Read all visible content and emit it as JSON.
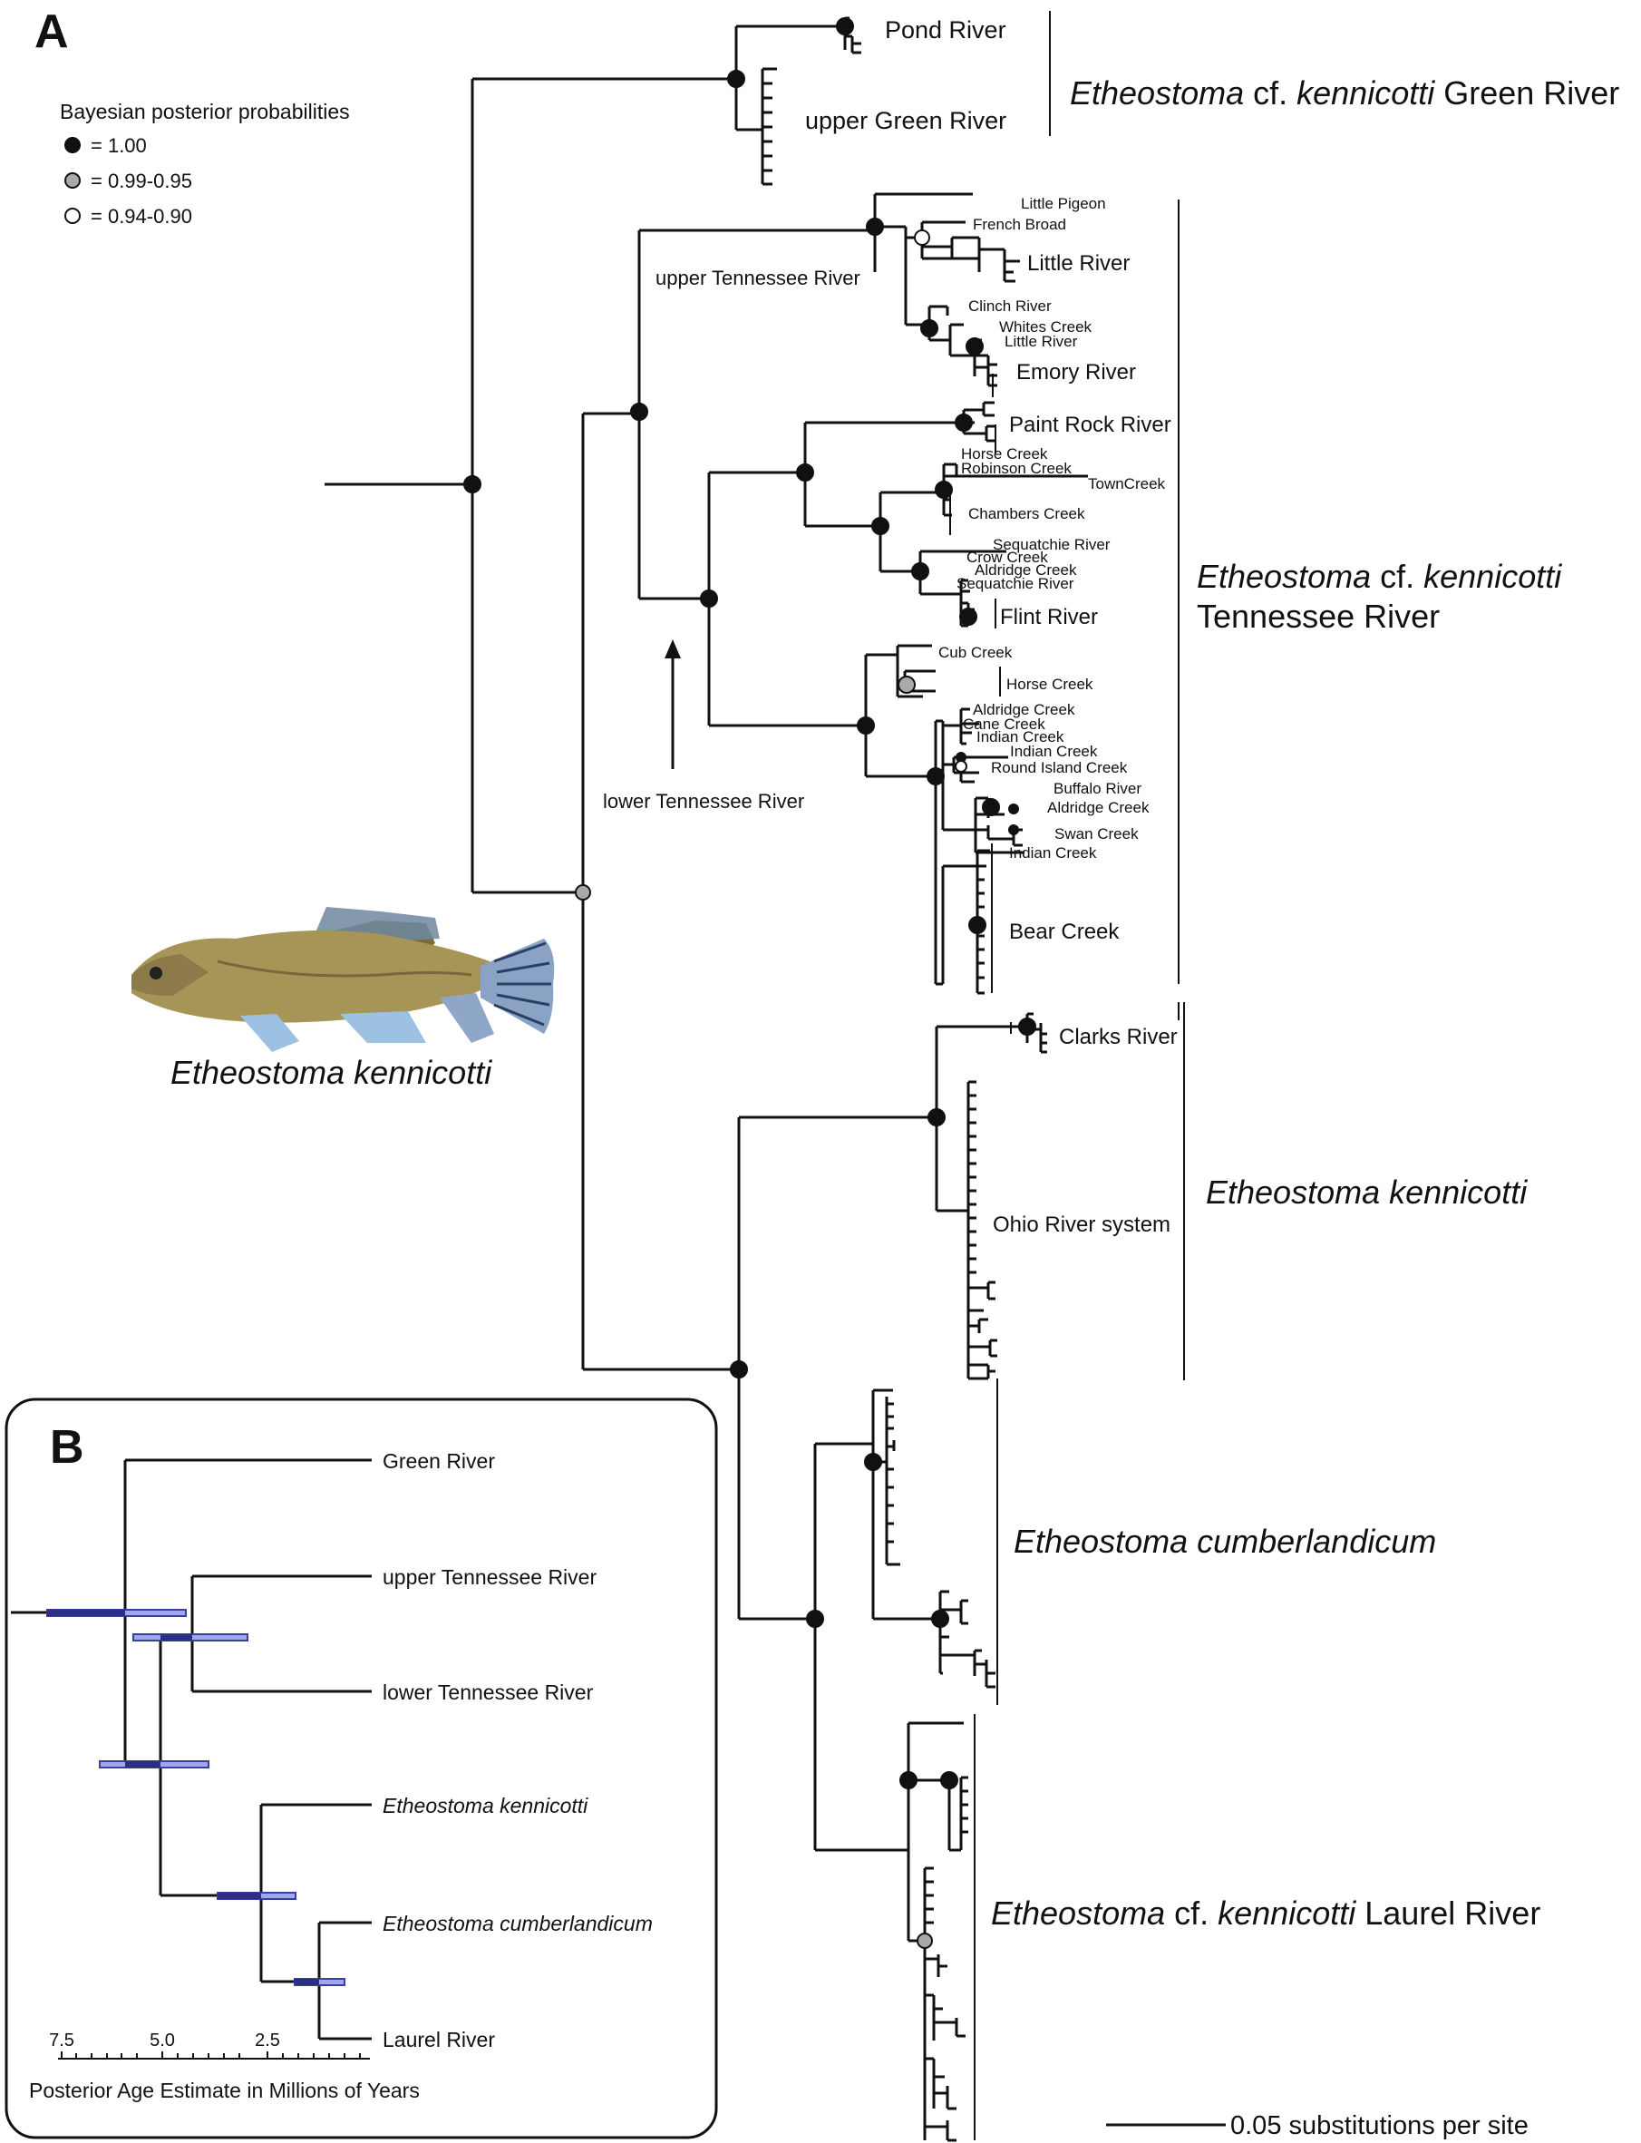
{
  "panel_a": {
    "letter": "A",
    "legend": {
      "title": "Bayesian posterior probabilities",
      "items": [
        {
          "fill": "#111111",
          "label": "= 1.00"
        },
        {
          "fill": "#a9a9a9",
          "label": "= 0.99-0.95"
        },
        {
          "fill": "#ffffff",
          "label": "= 0.94-0.90"
        }
      ]
    },
    "fish_caption": "Etheostoma kennicotti",
    "scale_bar": "0.05 substitutions per site",
    "subclade_labels": {
      "pond": "Pond River",
      "upper_green": "upper Green River",
      "upper_tn": "upper Tennessee River",
      "lower_tn": "lower Tennessee River",
      "little_pigeon": "Little Pigeon",
      "french_broad": "French Broad",
      "little_river": "Little River",
      "clinch": "Clinch River",
      "whites": "Whites Creek",
      "little_river_small": "Little River",
      "emory": "Emory River",
      "paint_rock": "Paint Rock River",
      "horse1": "Horse Creek",
      "robinson": "Robinson Creek",
      "town": "TownCreek",
      "chambers": "Chambers Creek",
      "sequatchie1": "Sequatchie River",
      "crow": "Crow Creek",
      "aldridge1": "Aldridge Creek",
      "sequatchie2": "Sequatchie River",
      "flint": "Flint River",
      "cub": "Cub Creek",
      "horse2": "Horse Creek",
      "aldridge2": "Aldridge Creek",
      "cane": "Cane Creek",
      "indian1": "Indian Creek",
      "indian2": "Indian Creek",
      "round_island": "Round Island Creek",
      "buffalo": "Buffalo River",
      "aldridge3": "Aldridge Creek",
      "swan": "Swan Creek",
      "indian3": "Indian Creek",
      "bear": "Bear Creek",
      "clarks": "Clarks River",
      "ohio": "Ohio River system"
    },
    "clade_labels": {
      "green_river": {
        "italic": "Etheostoma",
        "plain1": " cf. ",
        "italic2": "kennicotti",
        "plain2": " Green River"
      },
      "tennessee": {
        "italic": "Etheostoma",
        "plain1": " cf. ",
        "italic2": "kennicotti",
        "line2": "Tennessee River"
      },
      "kennicotti": "Etheostoma kennicotti",
      "cumberlandicum": "Etheostoma cumberlandicum",
      "laurel": {
        "italic": "Etheostoma",
        "plain1": " cf. ",
        "italic2": "kennicotti",
        "plain2": " Laurel River"
      }
    }
  },
  "panel_b": {
    "letter": "B",
    "tips": [
      {
        "label": "Green River",
        "italic": false
      },
      {
        "label": "upper Tennessee River",
        "italic": false
      },
      {
        "label": "lower Tennessee River",
        "italic": false
      },
      {
        "label": "Etheostoma kennicotti",
        "italic": true
      },
      {
        "label": "Etheostoma cumberlandicum",
        "italic": true
      },
      {
        "label": "Laurel River",
        "italic": false
      }
    ],
    "axis_ticks": [
      "7.5",
      "5.0",
      "2.5"
    ],
    "axis_title": "Posterior Age Estimate in Millions of Years"
  }
}
